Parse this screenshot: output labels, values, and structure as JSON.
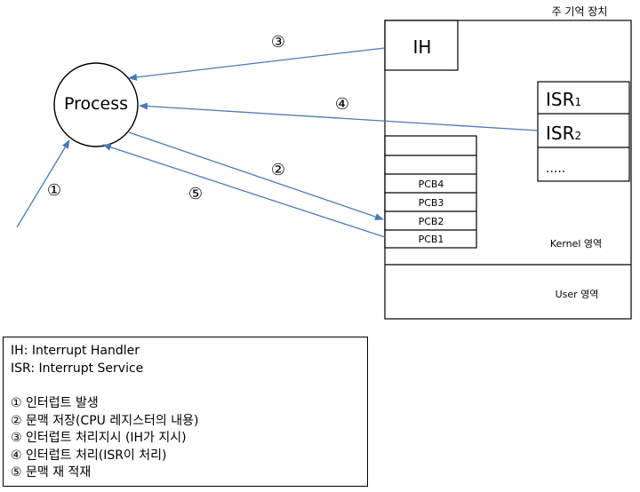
{
  "memory": {
    "title": "주 기억 장치",
    "ih_label": "IH",
    "isr1_main": "ISR",
    "isr1_sub": "1",
    "isr2_main": "ISR",
    "isr2_sub": "2",
    "isr_more": ".....",
    "pcb_labels": [
      "PCB4",
      "PCB3",
      "PCB2",
      "PCB1"
    ],
    "kernel_label": "Kernel 영역",
    "user_label": "User 영역"
  },
  "process_label": "Process",
  "step_markers": {
    "one": "①",
    "two": "②",
    "three": "③",
    "four": "④",
    "five": "⑤"
  },
  "legend": {
    "abbreviations": [
      "IH: Interrupt Handler",
      "ISR: Interrupt Service"
    ],
    "steps": [
      "① 인터럽트 발생",
      "② 문맥 저장(CPU 레지스터의 내용)",
      "③ 인터럽트 처리지시 (IH가 지시)",
      "④ 인터럽트 처리(ISR이 처리)",
      "⑤ 문맥 재 적재"
    ]
  },
  "colors": {
    "arrow": "#4a7ab8",
    "stroke": "#000000"
  }
}
